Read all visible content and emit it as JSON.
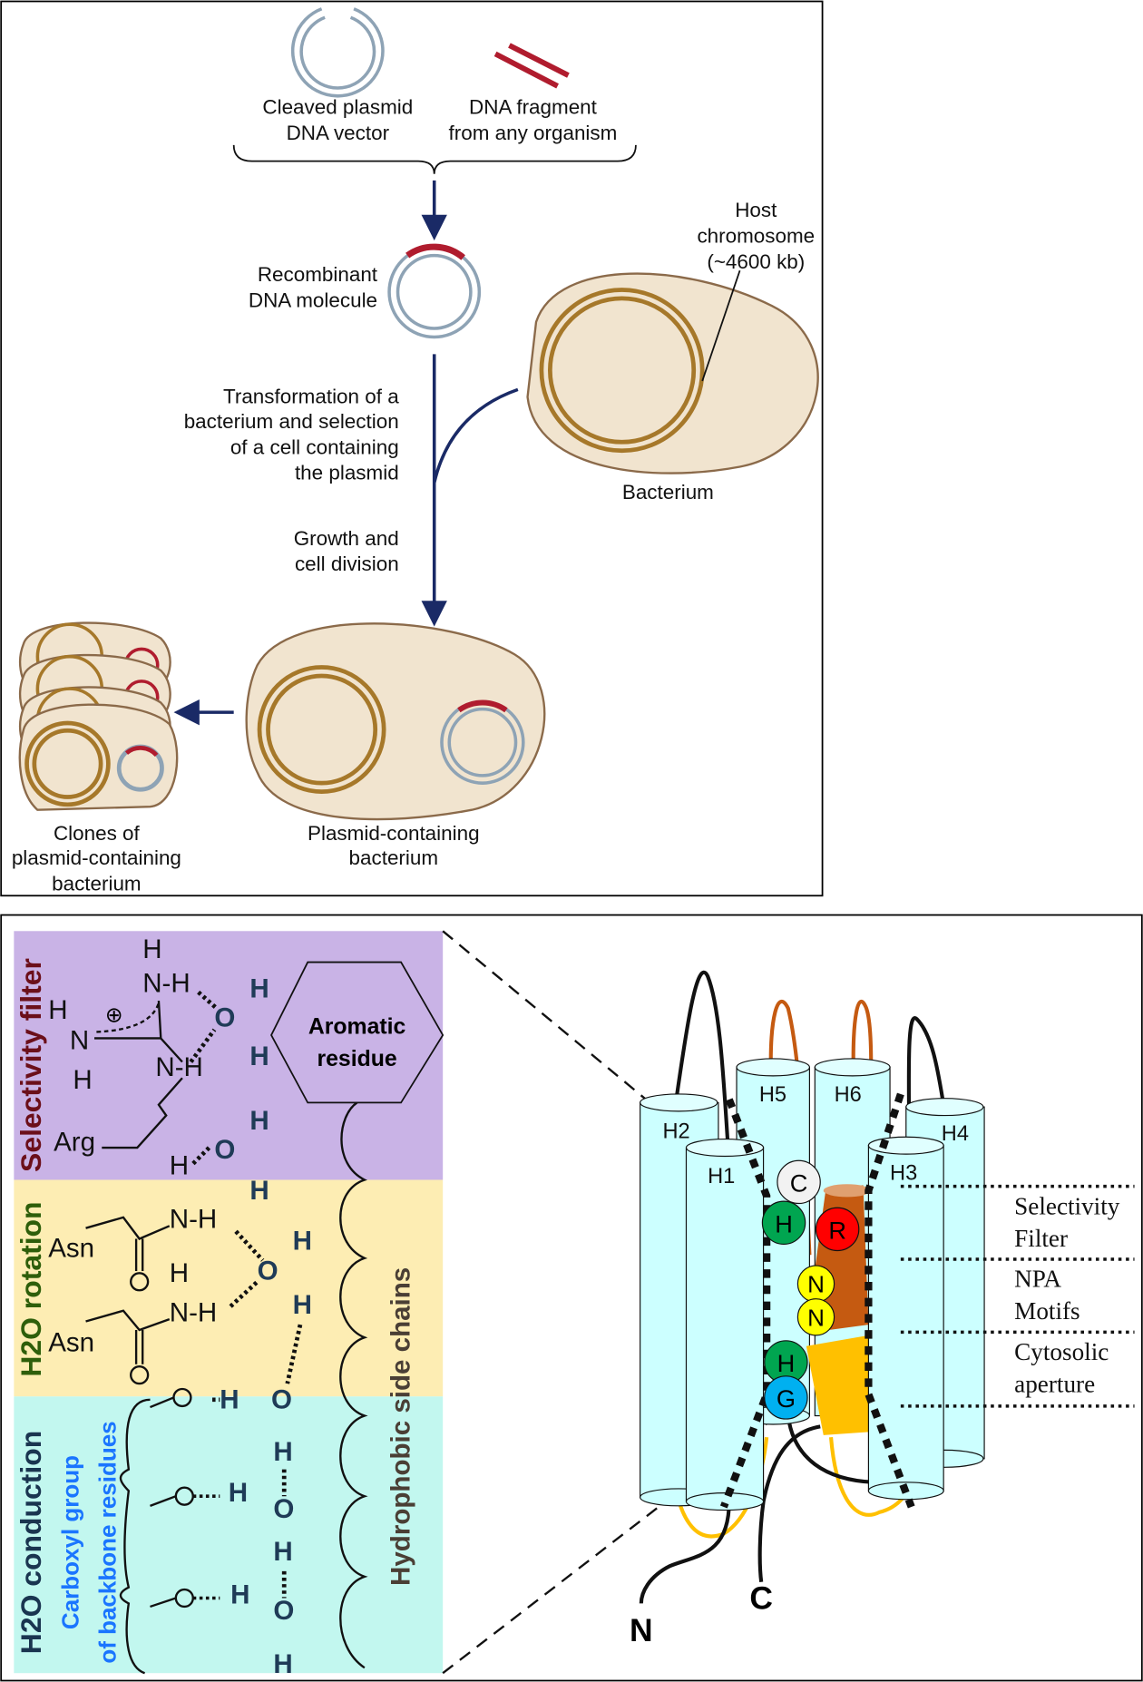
{
  "cloning": {
    "cleaved_plasmid": [
      "Cleaved plasmid",
      "DNA vector"
    ],
    "dna_fragment": [
      "DNA fragment",
      "from any organism"
    ],
    "recombinant": [
      "Recombinant",
      "DNA molecule"
    ],
    "host_chromosome": [
      "Host",
      "chromosome",
      "(~4600 kb)"
    ],
    "transformation": [
      "Transformation of a",
      "bacterium and selection",
      "of a cell containing",
      "the plasmid"
    ],
    "bacterium": "Bacterium",
    "growth": [
      "Growth and",
      "cell division"
    ],
    "plasmid_bacterium": [
      "Plasmid-containing",
      "bacterium"
    ],
    "clones": [
      "Clones of",
      "plasmid-containing",
      "bacterium"
    ]
  },
  "channel_mechanism": {
    "regions": {
      "selectivity": "Selectivity filter",
      "rotation": "H2O rotation",
      "conduction": "H2O conduction",
      "carboxyl": [
        "Carboxyl group",
        "of backbone residues"
      ]
    },
    "aromatic": [
      "Aromatic",
      "residue"
    ],
    "hydrophobic": "Hydrophobic side chains",
    "residues": {
      "arg": "Arg",
      "asn": "Asn"
    },
    "colors": {
      "purple": "#c9b3e6",
      "yellow": "#fdedb3",
      "cyan": "#c2f7ef"
    }
  },
  "aquaporin": {
    "helices": [
      "H1",
      "H2",
      "H3",
      "H4",
      "H5",
      "H6"
    ],
    "motif_residues": [
      "C",
      "H",
      "R",
      "N",
      "N",
      "H",
      "G"
    ],
    "levels": [
      [
        "Selectivity",
        "Filter"
      ],
      [
        "NPA",
        "Motifs"
      ],
      [
        "Cytosolic",
        "aperture"
      ]
    ],
    "termini": {
      "n": "N",
      "c": "C"
    }
  }
}
